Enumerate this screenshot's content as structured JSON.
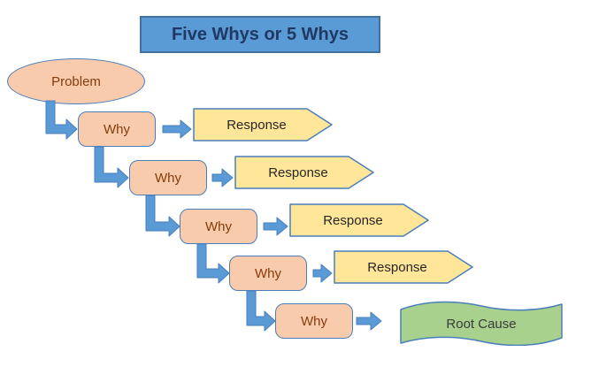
{
  "title": {
    "label": "Five Whys or 5 Whys"
  },
  "diagram": {
    "problem": {
      "label": "Problem"
    },
    "whys": [
      {
        "label": "Why"
      },
      {
        "label": "Why"
      },
      {
        "label": "Why"
      },
      {
        "label": "Why"
      },
      {
        "label": "Why"
      }
    ],
    "responses": [
      {
        "label": "Response"
      },
      {
        "label": "Response"
      },
      {
        "label": "Response"
      },
      {
        "label": "Response"
      }
    ],
    "root_cause": {
      "label": "Root Cause"
    }
  },
  "colors": {
    "title_fill": "#5B9BD5",
    "title_border": "#41719C",
    "title_text": "#1F3864",
    "node_border": "#4A7EBB",
    "problem_fill": "#F8CBAD",
    "why_fill": "#F8CBAD",
    "warm_text": "#843C0C",
    "response_fill": "#FFE699",
    "root_fill": "#A9D18E",
    "neutral_text": "#262626",
    "connector_fill": "#5B9BD5"
  }
}
